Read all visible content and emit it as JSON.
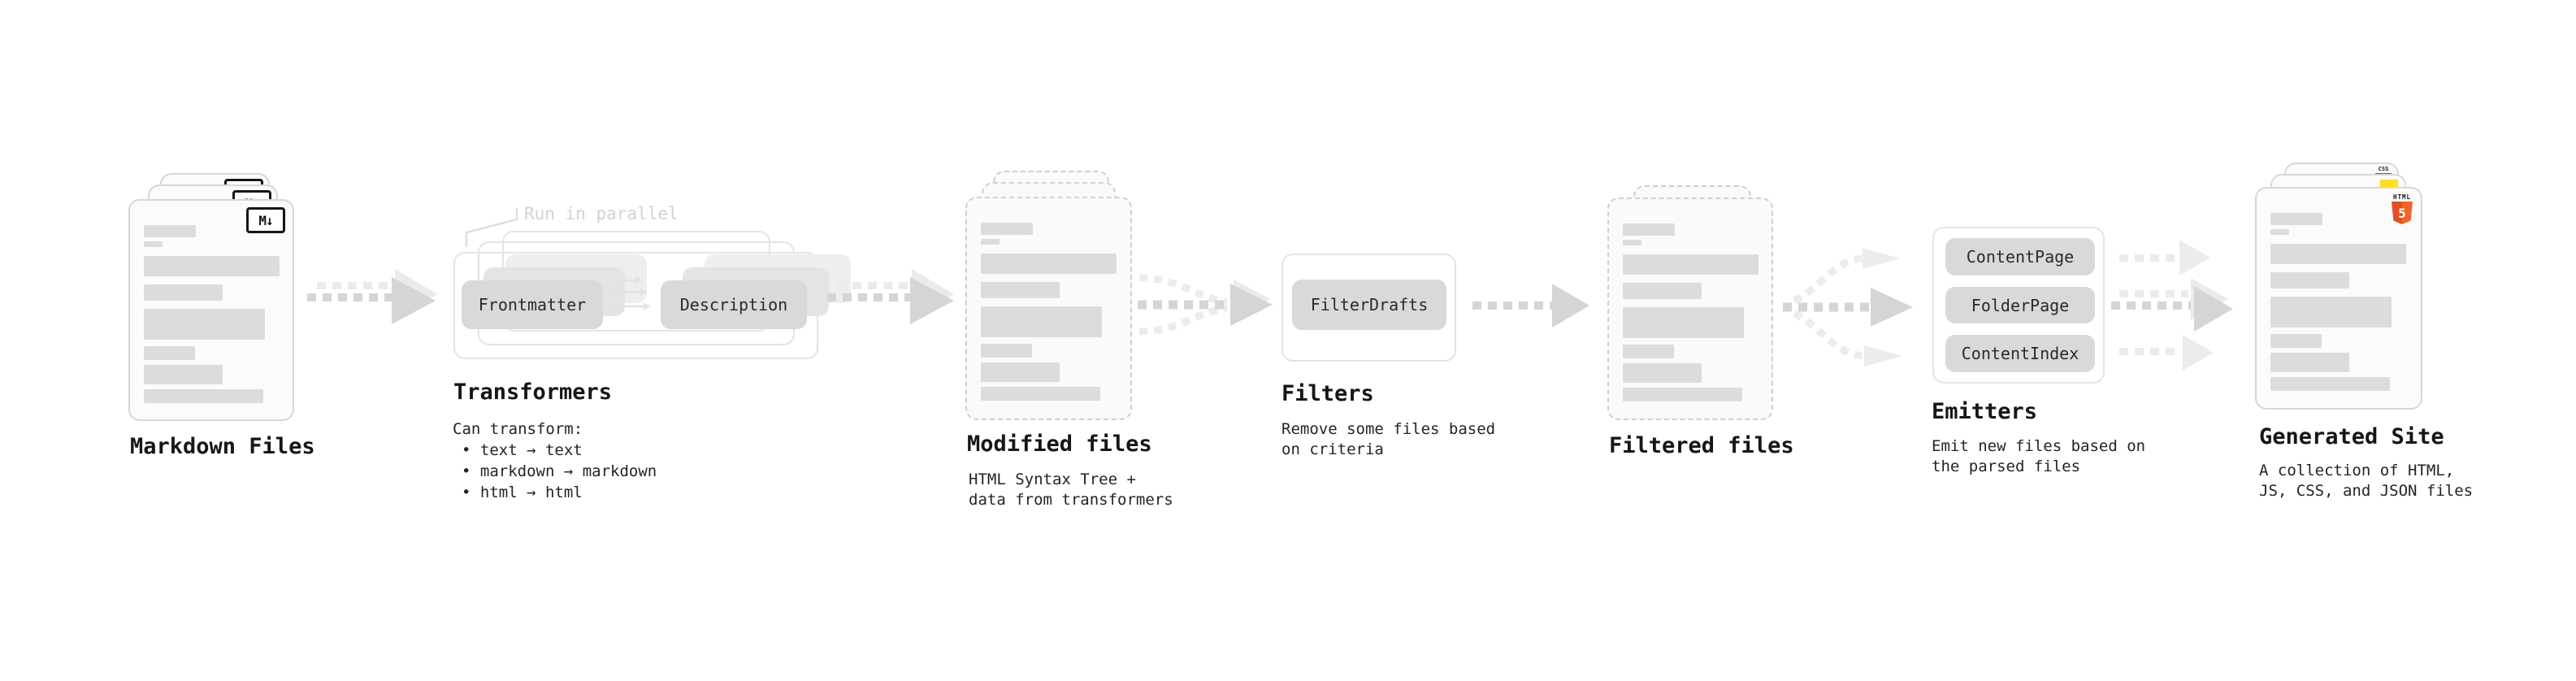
{
  "stages": {
    "markdown": {
      "title": "Markdown Files",
      "icon_label": "M↓"
    },
    "transformers": {
      "annotation": "Run in parallel",
      "box_frontmatter": "Frontmatter",
      "box_description": "Description",
      "title": "Transformers",
      "desc_heading": "Can transform:",
      "bullets": [
        "• text → text",
        "• markdown → markdown",
        "• html → html"
      ]
    },
    "modified": {
      "title": "Modified files",
      "subtitle": [
        "HTML Syntax Tree +",
        "data from transformers"
      ]
    },
    "filters": {
      "box_filterdrafts": "FilterDrafts",
      "title": "Filters",
      "subtitle": [
        "Remove some files based",
        "on criteria"
      ]
    },
    "filtered": {
      "title": "Filtered files"
    },
    "emitters": {
      "box_contentpage": "ContentPage",
      "box_folderpage": "FolderPage",
      "box_contentindex": "ContentIndex",
      "title": "Emitters",
      "subtitle": [
        "Emit new files based on",
        "the parsed files"
      ]
    },
    "generated": {
      "title": "Generated Site",
      "subtitle": [
        "A collection of HTML,",
        "JS, CSS, and JSON files"
      ],
      "css_badge": "CSS",
      "html_badge_word": "HTML",
      "html_badge_number": "5"
    }
  },
  "colors": {
    "html5_orange": "#e44d26",
    "js_yellow": "#ffdf1e",
    "css_blue": "#2965f1",
    "arrow_dark": "#d5d5d5",
    "arrow_light": "#ebebeb",
    "box_gray": "#d9d9d9"
  }
}
